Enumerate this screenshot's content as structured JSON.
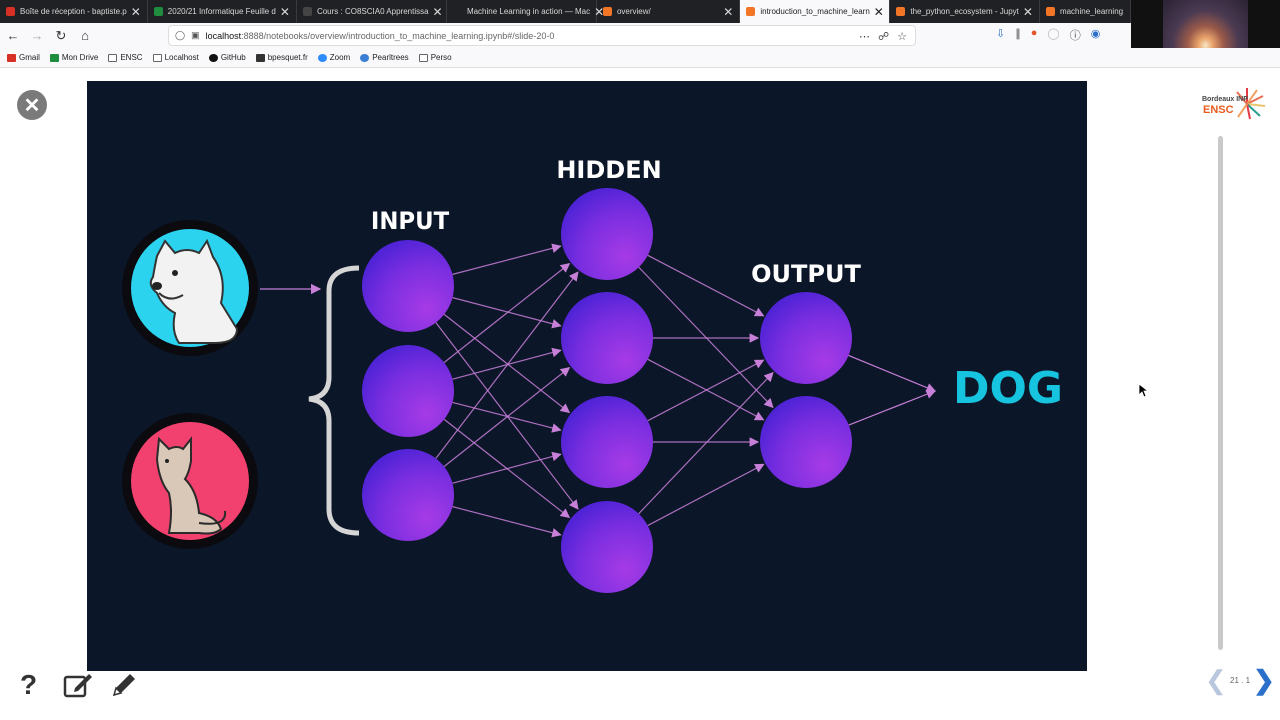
{
  "browser": {
    "tabs": [
      {
        "label": "Boîte de réception - baptiste.p",
        "favicon_color": "#d93025",
        "icon": "gmail-icon",
        "active": false
      },
      {
        "label": "2020/21 Informatique Feuille d",
        "favicon_color": "#1e8e3e",
        "icon": "sheets-icon",
        "active": false
      },
      {
        "label": "Cours : CO8SCIA0 Apprentissa",
        "favicon_color": "#444444",
        "icon": "moodle-icon",
        "active": false
      },
      {
        "label": "Machine Learning in action — Mac",
        "favicon_color": "#202124",
        "icon": "page-icon",
        "active": false
      },
      {
        "label": "overview/",
        "favicon_color": "#f37626",
        "icon": "loading-icon",
        "active": false
      },
      {
        "label": "introduction_to_machine_learn",
        "favicon_color": "#f37626",
        "icon": "jupyter-icon",
        "active": true
      },
      {
        "label": "the_python_ecosystem - Jupyt",
        "favicon_color": "#f37626",
        "icon": "jupyter-icon",
        "active": false
      },
      {
        "label": "machine_learning",
        "favicon_color": "#f37626",
        "icon": "jupyter-icon",
        "active": false
      }
    ],
    "close_glyph": "✕",
    "url_host": "localhost",
    "url_path": ":8888/notebooks/overview/introduction_to_machine_learning.ipynb#/slide-20-0",
    "bookmarks": [
      {
        "label": "Gmail",
        "icon": "gmail-icon"
      },
      {
        "label": "Mon Drive",
        "icon": "drive-icon"
      },
      {
        "label": "ENSC",
        "icon": "folder-icon"
      },
      {
        "label": "Localhost",
        "icon": "folder-icon"
      },
      {
        "label": "GitHub",
        "icon": "github-icon"
      },
      {
        "label": "bpesquet.fr",
        "icon": "person-icon"
      },
      {
        "label": "Zoom",
        "icon": "zoom-icon"
      },
      {
        "label": "Pearltrees",
        "icon": "pearltrees-icon"
      },
      {
        "label": "Perso",
        "icon": "folder-icon"
      }
    ]
  },
  "slide": {
    "input_label": "INPUT",
    "hidden_label": "HIDDEN",
    "output_label": "OUTPUT",
    "result_label": "DOG",
    "accent_color": "#16c4e0",
    "node_color": "#7b2fe0",
    "background_color": "#0c1629",
    "input_count": 3,
    "hidden_count": 4,
    "output_count": 2
  },
  "logo": {
    "text": "Bordeaux INP",
    "mark": "ENSC"
  },
  "navigation": {
    "slide_number": "21 . 1"
  }
}
